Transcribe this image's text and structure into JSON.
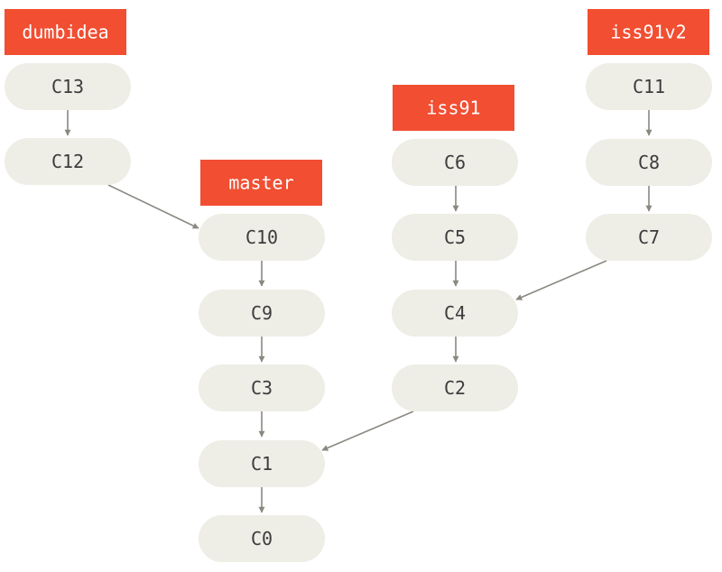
{
  "branches": {
    "dumbidea": "dumbidea",
    "master": "master",
    "iss91": "iss91",
    "iss91v2": "iss91v2"
  },
  "commits": {
    "c0": "C0",
    "c1": "C1",
    "c2": "C2",
    "c3": "C3",
    "c4": "C4",
    "c5": "C5",
    "c6": "C6",
    "c7": "C7",
    "c8": "C8",
    "c9": "C9",
    "c10": "C10",
    "c11": "C11",
    "c12": "C12",
    "c13": "C13"
  },
  "colors": {
    "branch_fill": "#f14e32",
    "commit_fill": "#eeede6",
    "edge": "#8b8880"
  }
}
